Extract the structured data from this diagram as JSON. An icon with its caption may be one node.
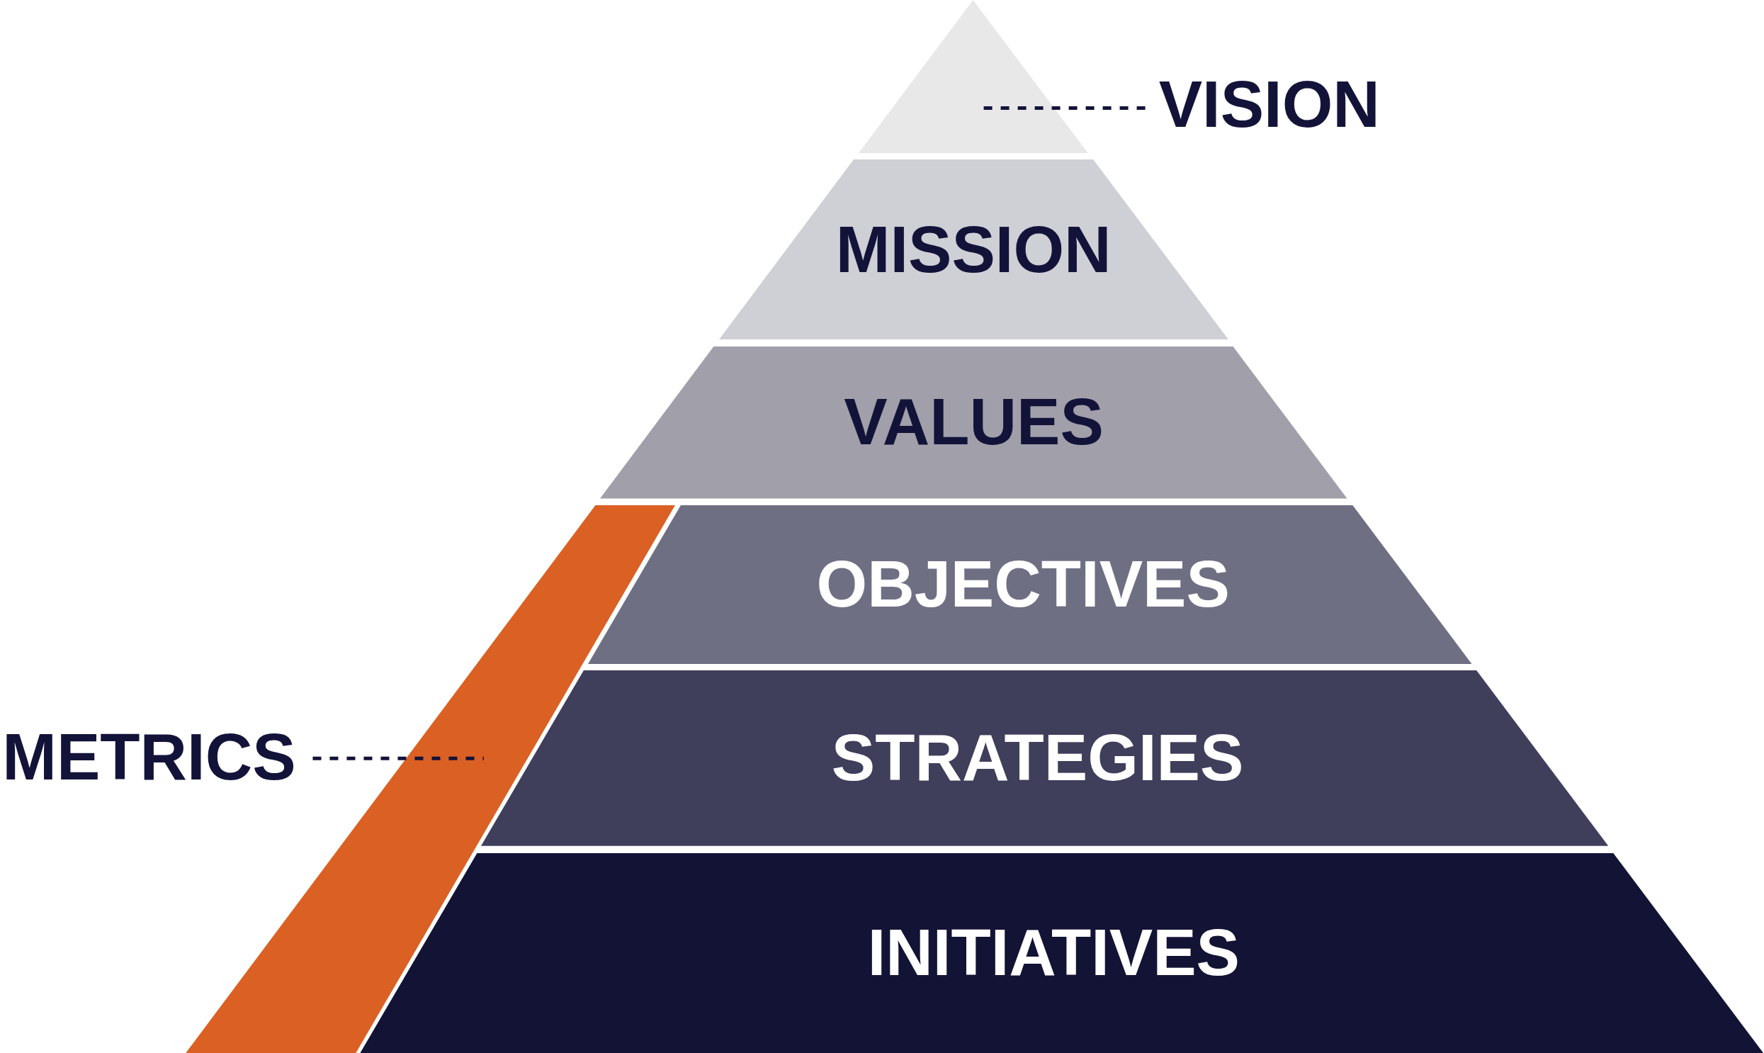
{
  "diagram": {
    "nodes": [
      {
        "text": [
          "VISION"
        ]
      },
      {
        "text": [],
        "shape": "triangle"
      },
      {
        "text": [
          "MISSION"
        ]
      },
      {
        "text": [
          "VALUES"
        ]
      },
      {
        "text": [
          "OBJECTIVES"
        ]
      },
      {
        "text": [
          "STRATEGIES"
        ]
      },
      {
        "text": [
          "INITIATIVES"
        ]
      },
      {
        "text": [
          "METRICS"
        ]
      },
      {
        "text": [],
        "shape": "bar"
      }
    ],
    "edges": [
      {
        "from": 0,
        "to": 1,
        "arrow": "none",
        "style": "dashed"
      },
      {
        "from": 7,
        "to": 8,
        "arrow": "none",
        "style": "dashed"
      }
    ]
  }
}
